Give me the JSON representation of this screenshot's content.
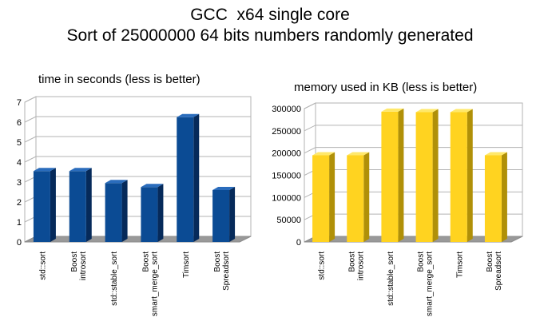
{
  "page": {
    "title_line1": "GCC  x64 single core",
    "title_line2": "Sort of 25000000 64 bits numbers randomly generated"
  },
  "chart_data": [
    {
      "type": "bar",
      "title": "time in seconds (less is better)",
      "categories": [
        "std::sort",
        "Boost\nintrosort",
        "std::stable_sort",
        "Boost\nsmart_merge_sort",
        "Timsort",
        "Boost\nSpreadsort"
      ],
      "values": [
        3.55,
        3.55,
        2.95,
        2.75,
        6.25,
        2.6
      ],
      "yticks": [
        0,
        1,
        2,
        3,
        4,
        5,
        6,
        7
      ],
      "ylim": [
        0,
        7
      ],
      "grid": true,
      "colors": {
        "front": "#0b4b94",
        "side": "#062a5a",
        "top": "#2a6cbc"
      }
    },
    {
      "type": "bar",
      "title": "memory used in KB (less is better)",
      "categories": [
        "std::sort",
        "Boost\nintrosort",
        "std::stable_sort",
        "Boost\nsmart_merge_sort",
        "Timsort",
        "Boost\nSpreadsort"
      ],
      "values": [
        195000,
        195000,
        293000,
        292000,
        292000,
        195000
      ],
      "yticks": [
        0,
        50000,
        100000,
        150000,
        200000,
        250000,
        300000
      ],
      "ylim": [
        0,
        300000
      ],
      "grid": true,
      "colors": {
        "front": "#ffd320",
        "side": "#b09008",
        "top": "#ffe86a"
      }
    }
  ]
}
